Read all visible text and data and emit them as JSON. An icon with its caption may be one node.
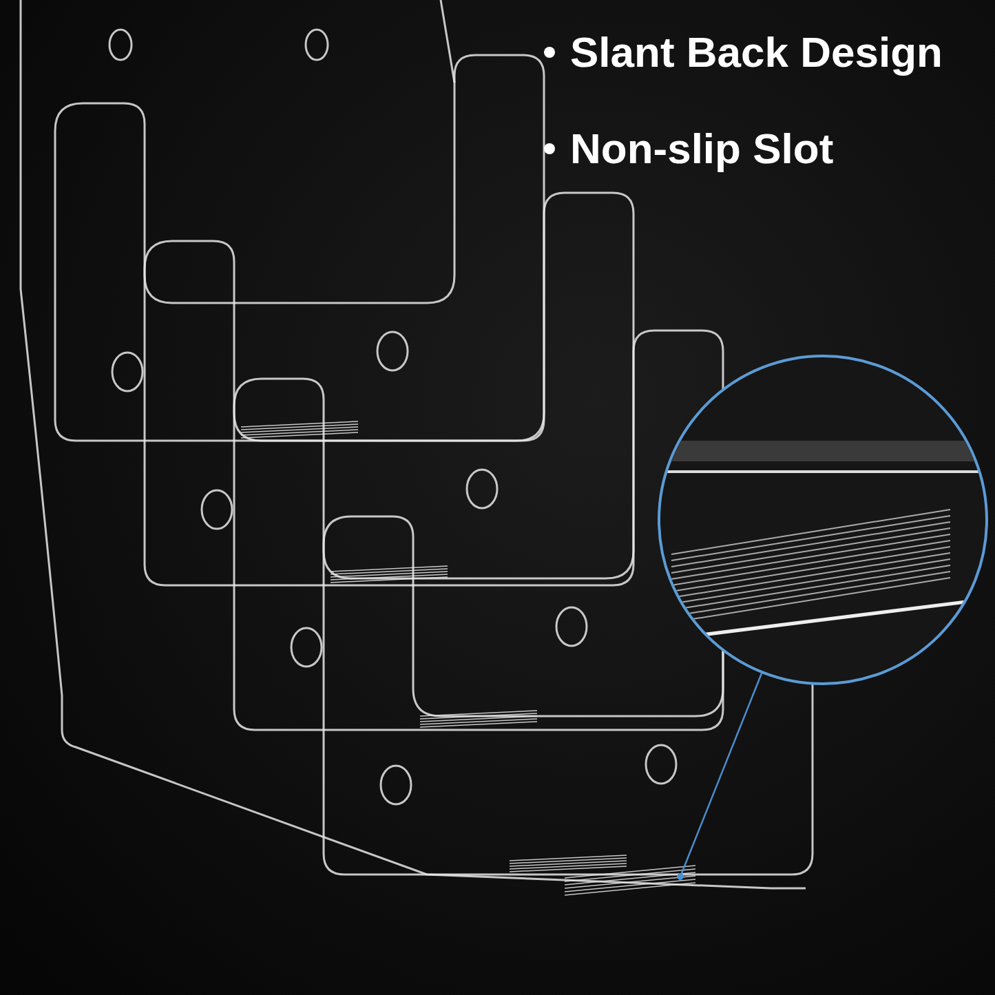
{
  "diagram": {
    "nodes": [
      {
        "text": [],
        "shape": "picture"
      },
      {
        "text": [],
        "shape": "picture"
      }
    ],
    "edges": [
      {
        "from": 0,
        "to": 1,
        "arrow": "other",
        "color": "#4a8fd0"
      }
    ],
    "labels": [
      "Slant Back Design",
      "Non-slip Slot"
    ]
  }
}
